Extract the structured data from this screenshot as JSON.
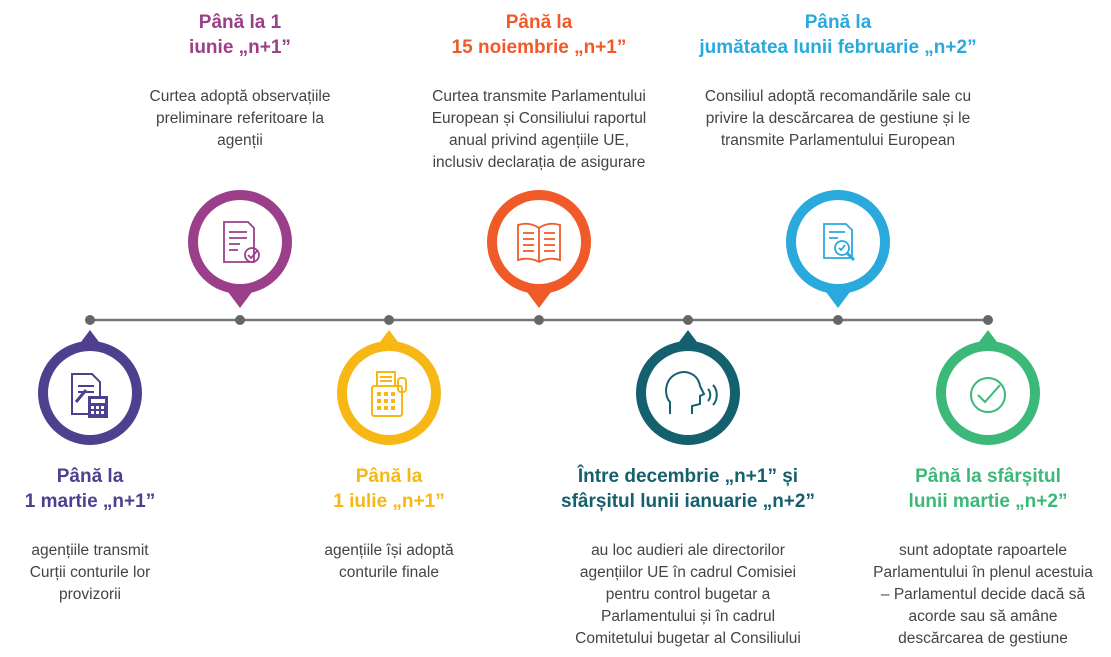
{
  "colors": {
    "purple_dark": "#4f3f8f",
    "magenta": "#9b3f8a",
    "yellow": "#f7b715",
    "orange_red": "#f05a28",
    "teal_dark": "#15606f",
    "cyan": "#2aa9dc",
    "green": "#3cb878",
    "line": "#777777"
  },
  "milestones": [
    {
      "title": "Până la\n1 martie „n+1”",
      "description": "agențiile transmit\nCurții conturile lor\nprovizorii",
      "icon": "document-calculator-icon"
    },
    {
      "title": "Până la 1\niunie „n+1”",
      "description": "Curtea adoptă observațiile\npreliminare referitoare la\nagenții",
      "icon": "document-check-icon"
    },
    {
      "title": "Până la\n1 iulie „n+1”",
      "description": "agențiile își adoptă\nconturile finale",
      "icon": "fax-machine-icon"
    },
    {
      "title": "Până la\n15 noiembrie „n+1”",
      "description": "Curtea transmite Parlamentului\nEuropean și Consiliului raportul\nanual privind agențiile UE,\ninclusiv declarația de asigurare",
      "icon": "open-book-icon"
    },
    {
      "title": "Între decembrie „n+1” și\nsfârșitul lunii ianuarie „n+2”",
      "description": "au loc audieri ale directorilor\nagențiilor UE în cadrul Comisiei\npentru control bugetar a\nParlamentului și în cadrul\nComitetului bugetar al Consiliului",
      "icon": "speaking-head-icon"
    },
    {
      "title": "Până la\njumătatea lunii februarie „n+2”",
      "description": "Consiliul adoptă recomandările sale cu\nprivire la descărcarea de gestiune și le\ntransmite Parlamentului European",
      "icon": "document-search-icon"
    },
    {
      "title": "Până la sfârșitul\nlunii martie „n+2”",
      "description": "sunt adoptate rapoartele\nParlamentului în plenul acestuia\n– Parlamentul decide dacă să\nacorde sau să amâne\ndescărcarea de gestiune",
      "icon": "check-circle-icon"
    }
  ]
}
